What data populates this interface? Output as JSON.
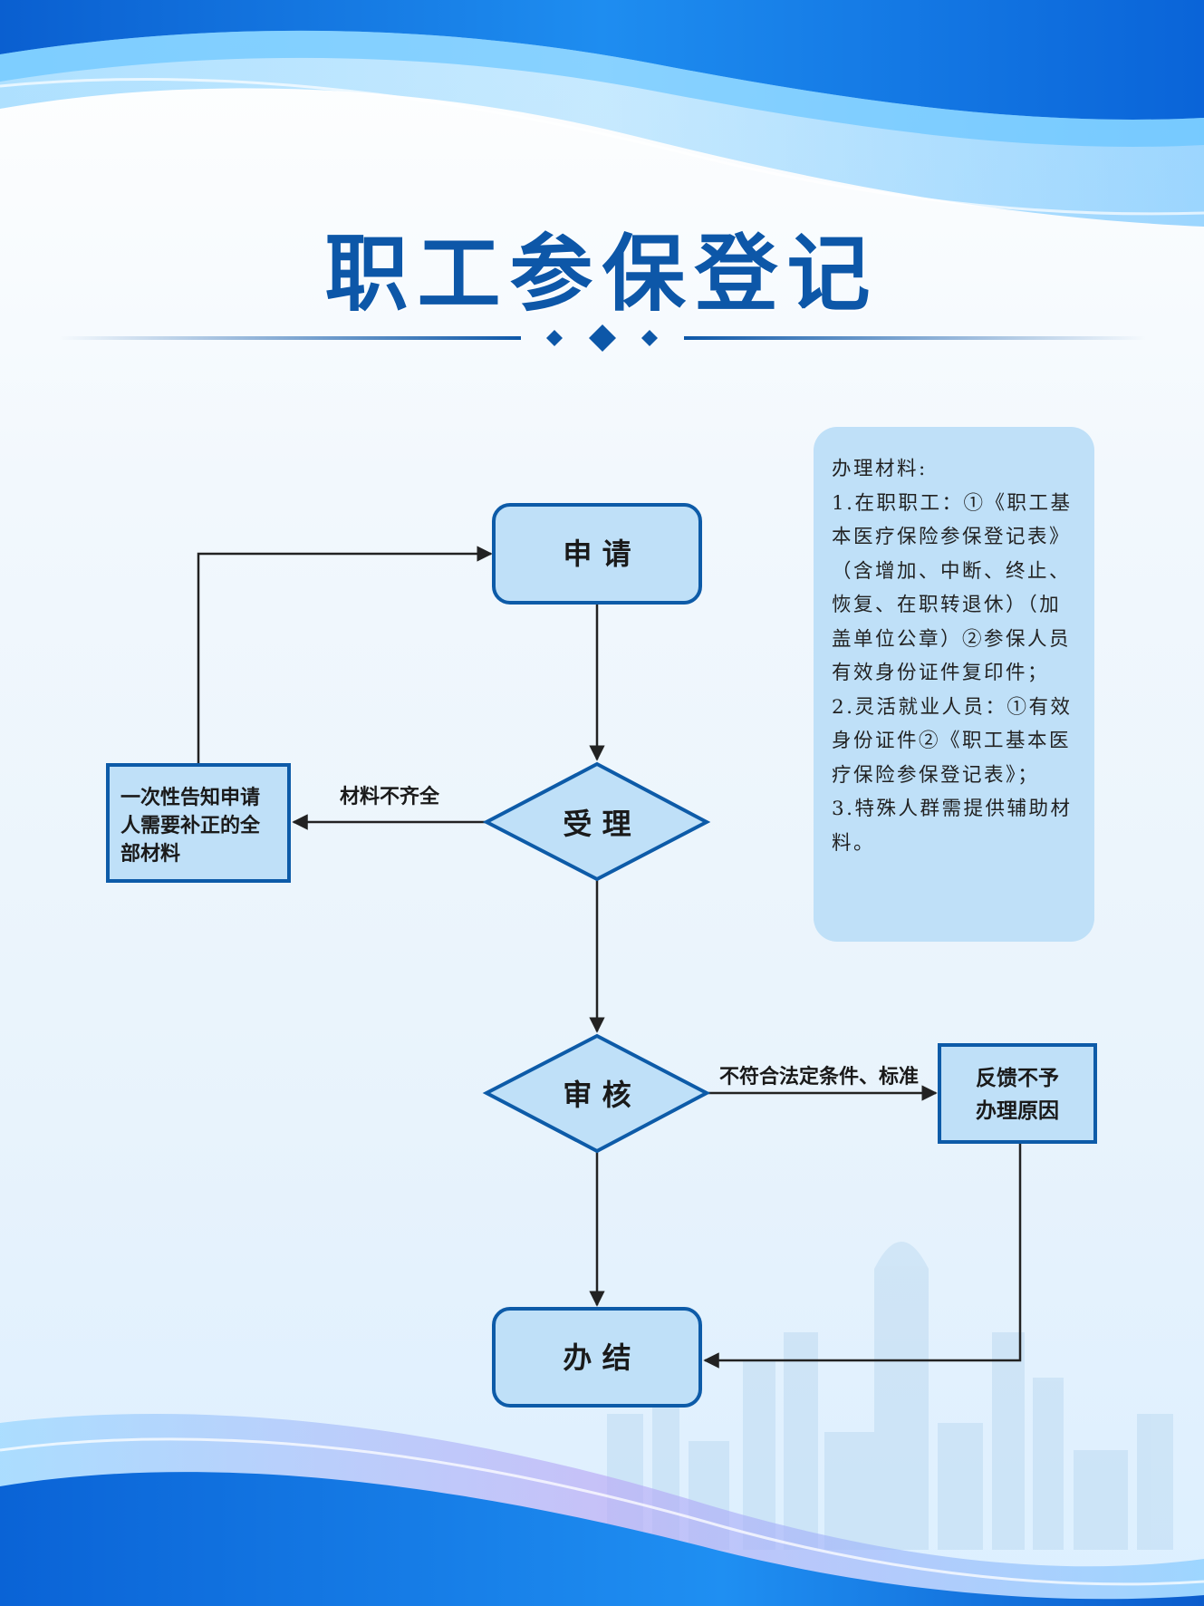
{
  "title": "职工参保登记",
  "colors": {
    "title": "#0d57a8",
    "node_fill": "#bfe0f8",
    "node_stroke": "#0d5ba8",
    "panel_fill": "#bfe0f8",
    "arrow": "#222222"
  },
  "materials": {
    "heading": "办理材料:",
    "lines": [
      "1.在职职工：①《职工基本医疗保险参保登记表》（含增加、中断、终止、恢复、在职转退休）（加盖单位公章）②参保人员有效身份证件复印件；",
      "2.灵活就业人员：①有效身份证件②《职工基本医疗保险参保登记表》；",
      "3.特殊人群需提供辅助材料。"
    ]
  },
  "flow": {
    "nodes": {
      "apply": "申 请",
      "accept": "受 理",
      "review": "审 核",
      "complete": "办 结",
      "notify": [
        "一次性告知申请",
        "人需要补正的全",
        "部材料"
      ],
      "feedback": [
        "反馈不予",
        "办理原因"
      ]
    },
    "edges": {
      "incomplete": "材料不齐全",
      "nonconforming": "不符合法定条件、标准"
    }
  }
}
